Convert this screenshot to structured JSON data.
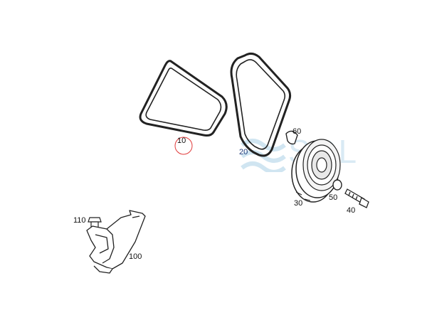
{
  "labels": {
    "belt_10": "10",
    "belt_20": "20",
    "pulley_30": "30",
    "bolt_40": "40",
    "washer_50": "50",
    "key_60": "60",
    "cover_100": "100",
    "clip_110": "110"
  },
  "watermark": {
    "text": "SOL"
  },
  "colors": {
    "line": "#222222",
    "highlight_circle": "#e03a3a",
    "label_blue": "#1d3a7a",
    "watermark": "#7ab4d7"
  }
}
